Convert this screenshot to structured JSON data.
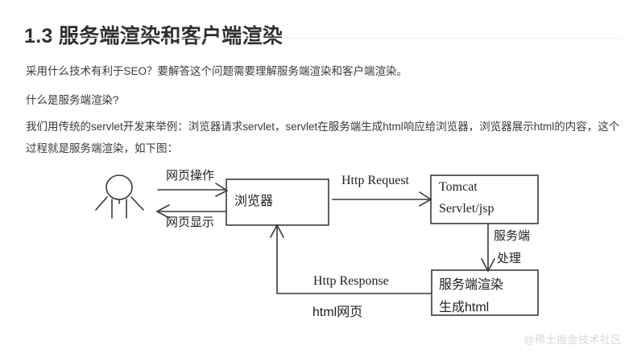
{
  "document": {
    "heading": "1.3 服务端渲染和客户端渲染",
    "paragraphs": [
      "采用什么技术有利于SEO？要解答这个问题需要理解服务端渲染和客户端渲染。",
      "什么是服务端渲染?",
      "我们用传统的servlet开发来举例：浏览器请求servlet，servlet在服务端生成html响应给浏览器，浏览器展示html的内容，这个过程就是服务端渲染，如下图："
    ]
  },
  "diagram": {
    "actor": "stick-figure-user",
    "nodes": [
      {
        "id": "browser",
        "lines": [
          "浏览器"
        ]
      },
      {
        "id": "tomcat",
        "lines": [
          "Tomcat",
          "Servlet/jsp"
        ]
      },
      {
        "id": "ssr",
        "lines": [
          "服务端渲染",
          "生成html"
        ]
      }
    ],
    "labels": {
      "web_operation": "网页操作",
      "web_display": "网页显示",
      "browser": "浏览器",
      "http_request": "Http Request",
      "tomcat": "Tomcat",
      "servlet_jsp": "Servlet/jsp",
      "server_side": "服务端",
      "process": "处理",
      "ssr_title": "服务端渲染",
      "ssr_generate": "生成html",
      "http_response": "Http Response",
      "html_page": "html网页"
    },
    "line_color": "#3a3a3a"
  },
  "watermark": {
    "text": "@稀土掘金技术社区",
    "color": "#d8d8d8"
  }
}
